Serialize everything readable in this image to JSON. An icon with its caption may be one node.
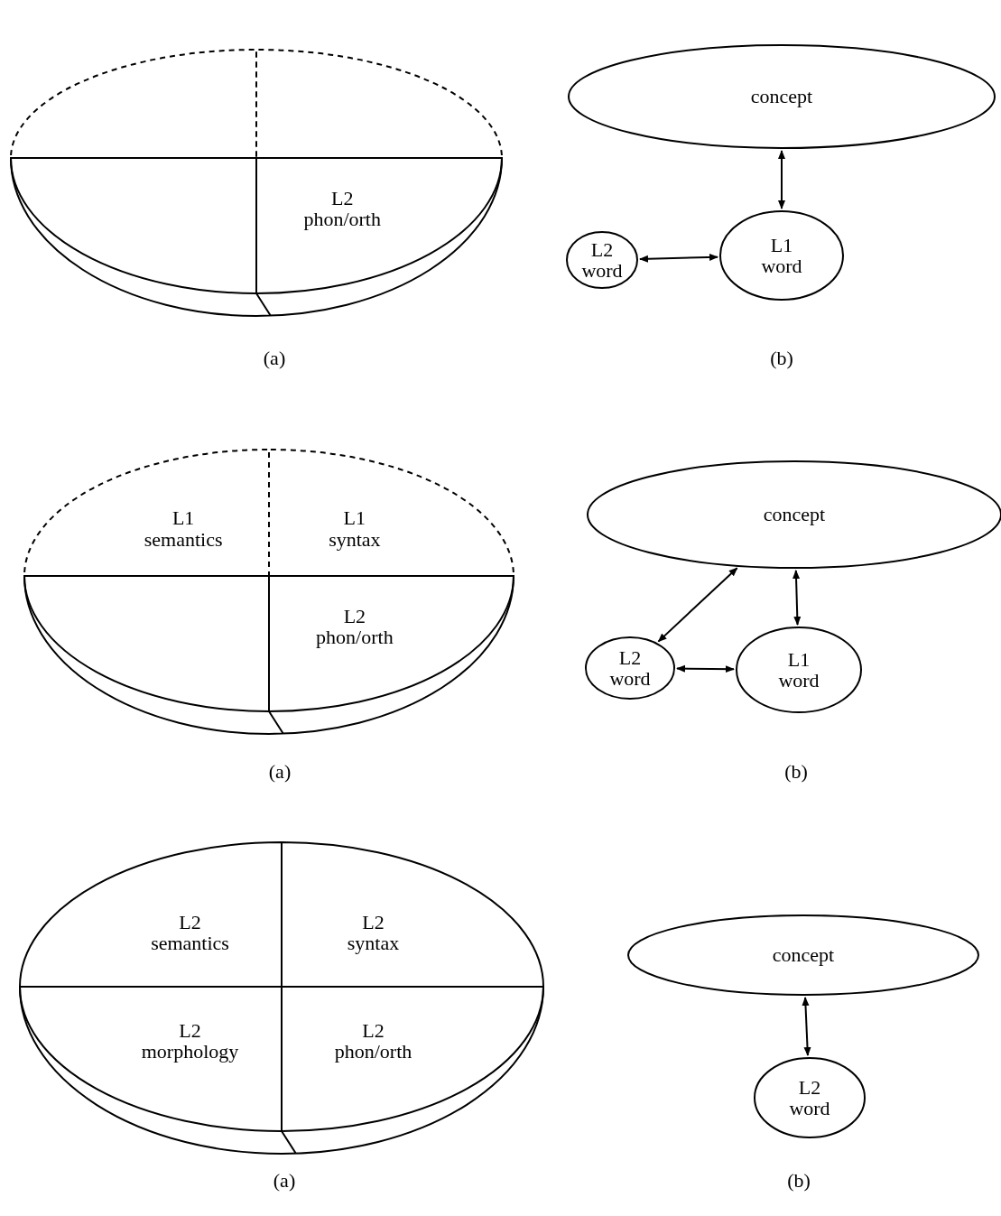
{
  "diagram": {
    "nodes": [
      {
        "text": [],
        "shape": "sector"
      },
      {
        "text": [],
        "shape": "sector"
      },
      {
        "text": [],
        "shape": "sector"
      },
      {
        "text": [
          "L2 phon/orth"
        ]
      },
      {
        "text": [
          "concept"
        ]
      },
      {
        "text": [
          "L2 word"
        ]
      },
      {
        "text": [
          "L1 word"
        ]
      },
      {
        "text": [
          "L1 semantics"
        ]
      },
      {
        "text": [
          "L1 syntax"
        ]
      },
      {
        "text": [],
        "shape": "sector"
      },
      {
        "text": [
          "L2 phon/orth"
        ]
      },
      {
        "text": [
          "concept"
        ]
      },
      {
        "text": [
          "L2 word"
        ]
      },
      {
        "text": [
          "L1 word"
        ]
      },
      {
        "text": [
          "L2 semantics"
        ]
      },
      {
        "text": [
          "L2 syntax"
        ]
      },
      {
        "text": [
          "L2 morphology"
        ]
      },
      {
        "text": [
          "L2 phon/orth"
        ]
      },
      {
        "text": [
          "concept"
        ]
      },
      {
        "text": [
          "L2 word"
        ]
      }
    ],
    "edges": [
      {
        "from": 4,
        "to": 6,
        "arrow": "both"
      },
      {
        "from": 5,
        "to": 6,
        "arrow": "both"
      },
      {
        "from": 11,
        "to": 12,
        "arrow": "both"
      },
      {
        "from": 11,
        "to": 13,
        "arrow": "both"
      },
      {
        "from": 12,
        "to": 13,
        "arrow": "both"
      },
      {
        "from": 18,
        "to": 19,
        "arrow": "both"
      }
    ],
    "labels": [
      "(a)",
      "(b)",
      "(a)",
      "(b)",
      "(a)",
      "(b)"
    ]
  }
}
